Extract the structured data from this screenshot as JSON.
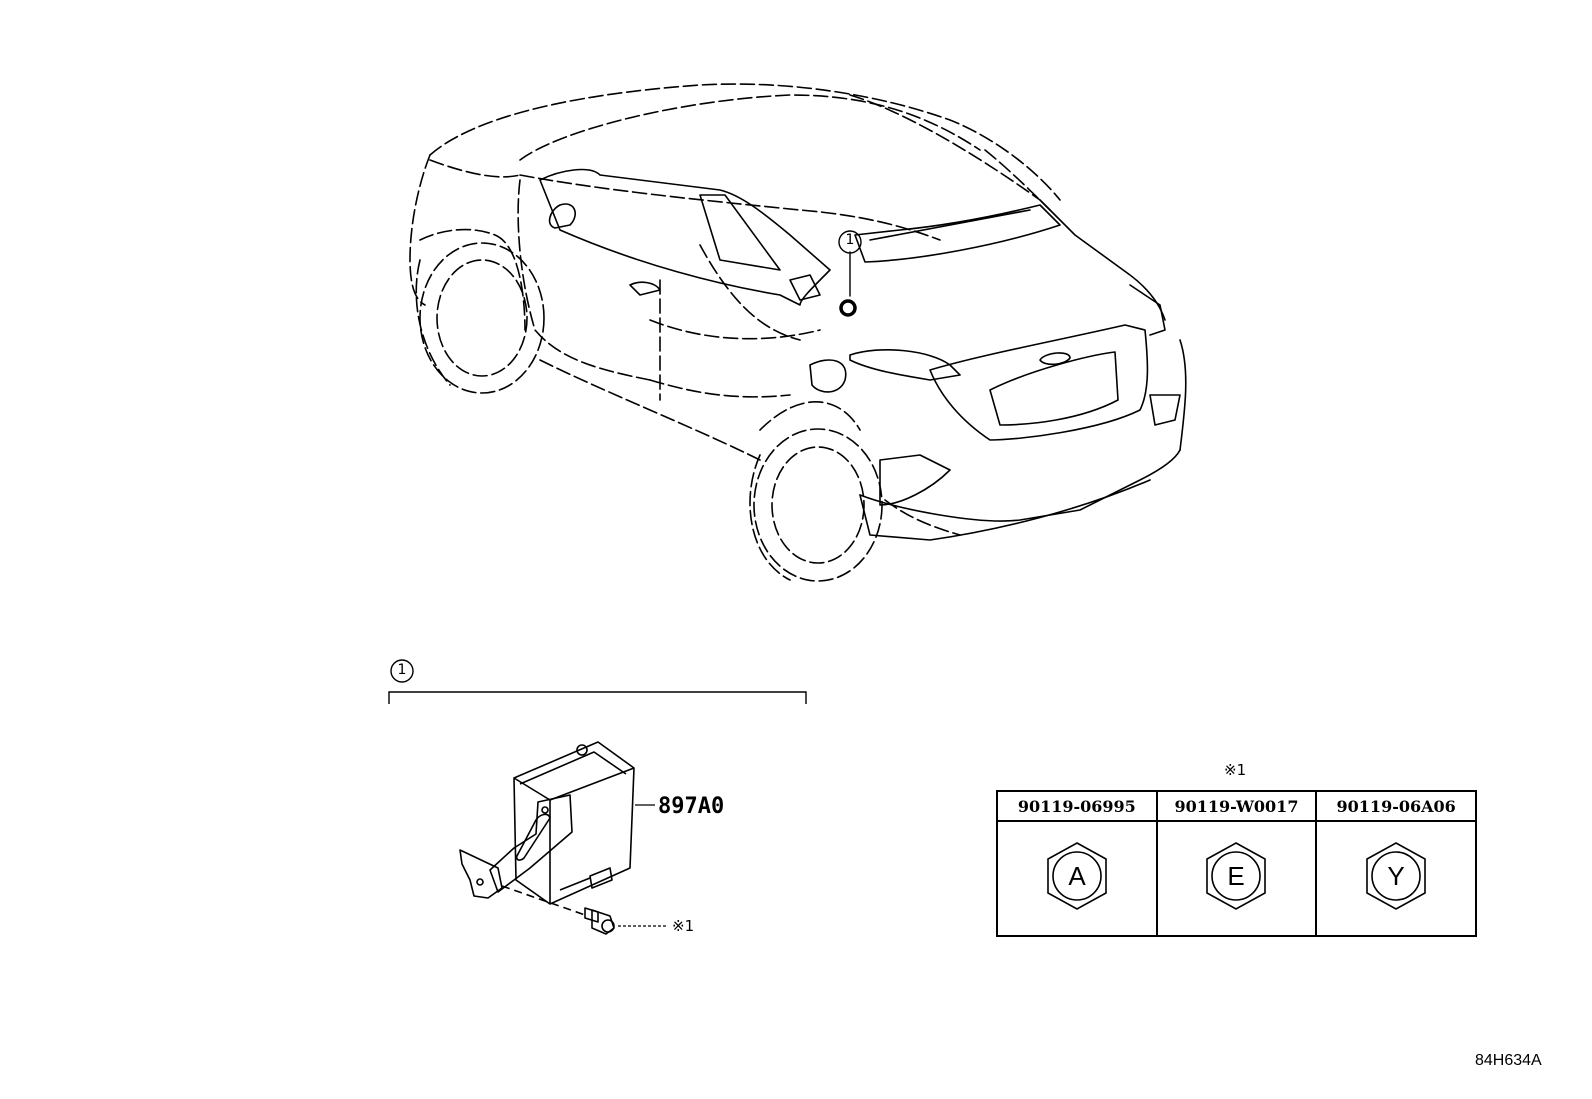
{
  "callout_number": "1",
  "section_number": "1",
  "part_number": "897A0",
  "fastener_note_ref": "※1",
  "table_ref": "※1",
  "fasteners": [
    {
      "part_no": "90119-06995",
      "mark": "A"
    },
    {
      "part_no": "90119-W0017",
      "mark": "E"
    },
    {
      "part_no": "90119-06A06",
      "mark": "Y"
    }
  ],
  "drawing_code": "84H634A"
}
